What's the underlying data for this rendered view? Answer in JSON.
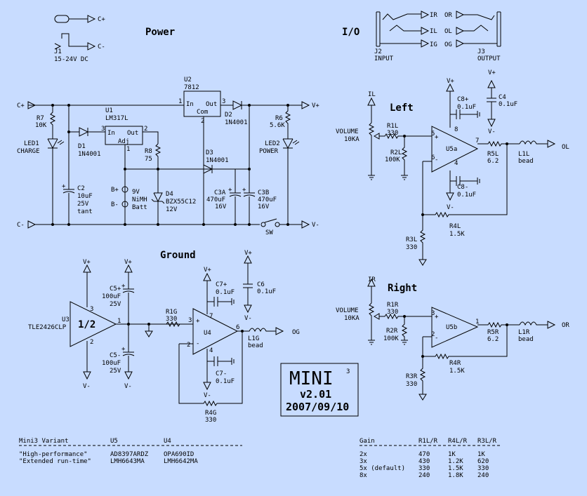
{
  "headings": {
    "power": "Power",
    "io": "I/O",
    "left": "Left",
    "right": "Right",
    "ground": "Ground"
  },
  "title_box": {
    "name": "MINI",
    "superscript": "3",
    "version": "v2.01",
    "date": "2007/09/10"
  },
  "power": {
    "j1": "J1",
    "j1_value": "15-24V DC",
    "c_plus": "C+",
    "c_minus": "C-",
    "v_plus": "V+",
    "v_minus": "V-",
    "r7": "R7",
    "r7_value": "10K",
    "led1": "LED1",
    "led1_label": "CHARGE",
    "u1": "U1",
    "u1_part": "LM317L",
    "u1_in": "In",
    "u1_out": "Out",
    "u1_adj": "Adj",
    "d1": "D1",
    "d1_part": "1N4001",
    "r8": "R8",
    "r8_value": "75",
    "c2": "C2",
    "c2_value": "10uF",
    "c2_voltage": "25V",
    "c2_type": "tant",
    "u2": "U2",
    "u2_part": "7812",
    "u2_in": "In",
    "u2_out": "Out",
    "u2_com": "Com",
    "d2": "D2",
    "d2_part": "1N4001",
    "d3": "D3",
    "d3_part": "1N4001",
    "r6": "R6",
    "r6_value": "5.6K",
    "led2": "LED2",
    "led2_label": "POWER",
    "b_plus": "B+",
    "b_minus": "B-",
    "batt_voltage": "9V",
    "batt_chem": "NiMH",
    "batt_label": "Batt",
    "d4": "D4",
    "d4_part": "BZX55C12",
    "d4_value": "12V",
    "c3a": "C3A",
    "c3a_value": "470uF",
    "c3a_voltage": "16V",
    "c3b": "C3B",
    "c3b_value": "470uF",
    "c3b_voltage": "16V",
    "sw": "SW",
    "pin1": "1",
    "pin2": "2",
    "pin3": "3"
  },
  "io": {
    "j2": "J2",
    "j2_label": "INPUT",
    "j3": "J3",
    "j3_label": "OUTPUT",
    "ir": "IR",
    "il": "IL",
    "ig": "IG",
    "or": "OR",
    "ol": "OL",
    "og": "OG"
  },
  "left": {
    "in_label": "IL",
    "volume": "VOLUME",
    "volume_value": "10KA",
    "r1": "R1L",
    "r1_value": "330",
    "r2": "R2L",
    "r2_value": "100K",
    "r3": "R3L",
    "r3_value": "330",
    "r4": "R4L",
    "r4_value": "1.5K",
    "r5": "R5L",
    "r5_value": "6.2",
    "u5": "U5a",
    "c8p": "C8+",
    "c8p_value": "0.1uF",
    "c8m": "C8-",
    "c8m_value": "0.1uF",
    "c4": "C4",
    "c4_value": "0.1uF",
    "l1": "L1L",
    "l1_type": "bead",
    "out": "OL",
    "v_plus": "V+",
    "v_minus": "V-",
    "pin5": "5",
    "pin6": "6",
    "pin7": "7",
    "pin8": "8",
    "pin4": "4"
  },
  "right": {
    "in_label": "IR",
    "volume": "VOLUME",
    "volume_value": "10KA",
    "r1": "R1R",
    "r1_value": "330",
    "r2": "R2R",
    "r2_value": "100K",
    "r3": "R3R",
    "r3_value": "330",
    "r4": "R4R",
    "r4_value": "1.5K",
    "r5": "R5R",
    "r5_value": "6.2",
    "u5": "U5b",
    "l1": "L1R",
    "l1_type": "bead",
    "out": "OR",
    "pin3": "3",
    "pin2": "2",
    "pin1": "1"
  },
  "ground": {
    "u3": "U3",
    "u3_part": "TLE2426CLP",
    "u3_text": "1/2",
    "c5p": "C5+",
    "c5p_value": "100uF",
    "c5p_voltage": "25V",
    "c5m": "C5-",
    "c5m_value": "100uF",
    "c5m_voltage": "25V",
    "r1": "R1G",
    "r1_value": "330",
    "u4": "U4",
    "c7p": "C7+",
    "c7p_value": "0.1uF",
    "c7m": "C7-",
    "c7m_value": "0.1uF",
    "c6": "C6",
    "c6_value": "0.1uF",
    "l1": "L1G",
    "l1_type": "bead",
    "r4": "R4G",
    "r4_value": "330",
    "out": "OG",
    "v_plus": "V+",
    "v_minus": "V-",
    "pin1": "1",
    "pin2": "2",
    "pin3": "3",
    "pin6": "6",
    "pin7": "7",
    "pin4": "4"
  },
  "variant_table": {
    "headers": [
      "Mini3 Variant",
      "U5",
      "U4"
    ],
    "rows": [
      [
        "\"High-performance\"",
        "AD8397ARDZ",
        "OPA690ID"
      ],
      [
        "\"Extended run-time\"",
        "LMH6643MA",
        "LMH6642MA"
      ]
    ]
  },
  "gain_table": {
    "headers": [
      "Gain",
      "R1L/R",
      "R4L/R",
      "R3L/R"
    ],
    "rows": [
      [
        "2x",
        "470",
        "1K",
        "1K"
      ],
      [
        "3x",
        "430",
        "1.2K",
        "620"
      ],
      [
        "5x (default)",
        "330",
        "1.5K",
        "330"
      ],
      [
        "8x",
        "240",
        "1.8K",
        "240"
      ]
    ]
  }
}
